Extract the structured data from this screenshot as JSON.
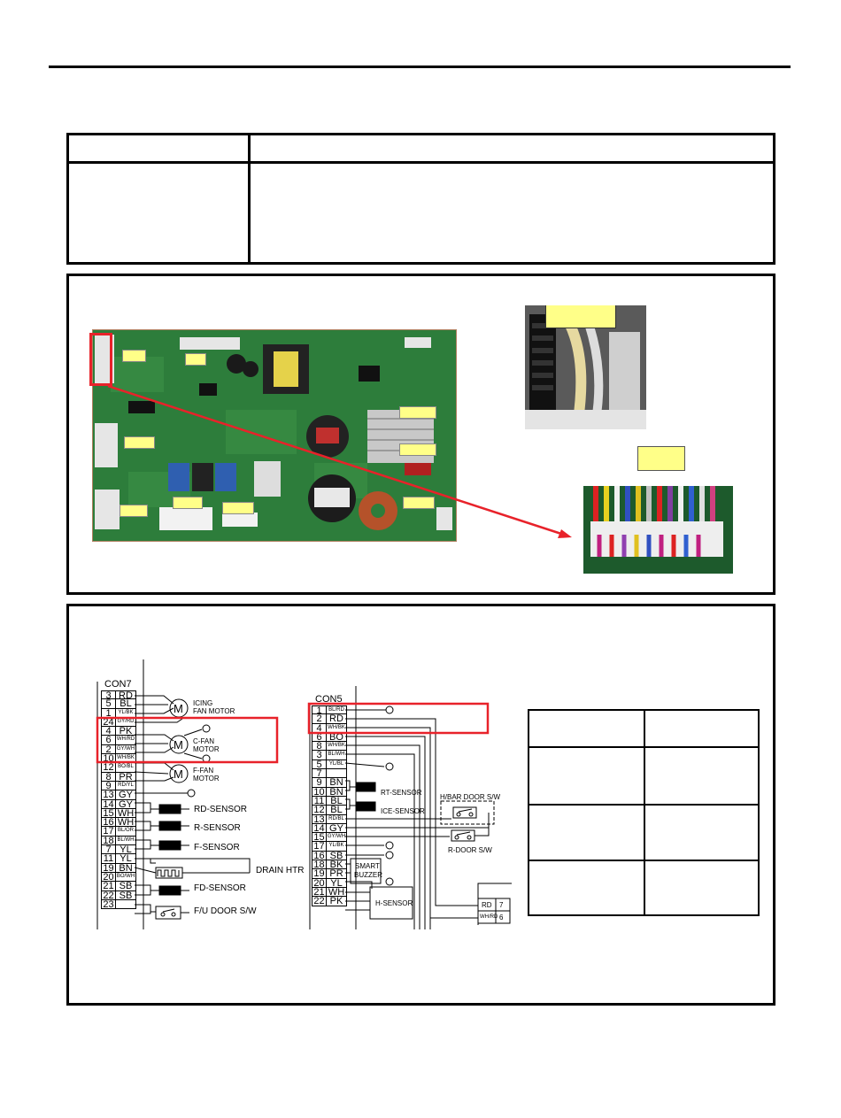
{
  "con7": {
    "title": "CON7",
    "rows": [
      {
        "n": "3",
        "c": "RD"
      },
      {
        "n": "5",
        "c": "BL"
      },
      {
        "n": "1",
        "c": "YL/BK"
      },
      {
        "n": "24",
        "c": "GY/RD"
      },
      {
        "n": "4",
        "c": "PK"
      },
      {
        "n": "6",
        "c": "WH/RD"
      },
      {
        "n": "2",
        "c": "GY/WH"
      },
      {
        "n": "10",
        "c": "WH/BK"
      },
      {
        "n": "12",
        "c": "BO/BL"
      },
      {
        "n": "8",
        "c": "PR"
      },
      {
        "n": "9",
        "c": "RD/YL"
      },
      {
        "n": "13",
        "c": "GY"
      },
      {
        "n": "14",
        "c": "GY"
      },
      {
        "n": "15",
        "c": "WH"
      },
      {
        "n": "16",
        "c": "WH"
      },
      {
        "n": "17",
        "c": "BL/OR"
      },
      {
        "n": "18",
        "c": "BL/WH"
      },
      {
        "n": "7",
        "c": "YL"
      },
      {
        "n": "11",
        "c": "YL"
      },
      {
        "n": "19",
        "c": "BN"
      },
      {
        "n": "20",
        "c": "BO/WH"
      },
      {
        "n": "21",
        "c": "SB"
      },
      {
        "n": "22",
        "c": "SB"
      },
      {
        "n": "23",
        "c": ""
      }
    ],
    "labels": {
      "icing": "ICING",
      "fan_motor": "FAN MOTOR",
      "cfan": "C-FAN",
      "motor": "MOTOR",
      "ffan": "F-FAN",
      "rd_sensor": "RD-SENSOR",
      "r_sensor": "R-SENSOR",
      "f_sensor": "F-SENSOR",
      "drain": "DRAIN HTR",
      "fd_sensor": "FD-SENSOR",
      "fu_door": "F/U DOOR S/W",
      "m": "M"
    }
  },
  "con5": {
    "title": "CON5",
    "rows": [
      {
        "n": "1",
        "c": "BL/RD"
      },
      {
        "n": "2",
        "c": "RD"
      },
      {
        "n": "4",
        "c": "WH/BK"
      },
      {
        "n": "6",
        "c": "BO"
      },
      {
        "n": "8",
        "c": "WH/BK"
      },
      {
        "n": "3",
        "c": "BL/WH"
      },
      {
        "n": "5",
        "c": "YL/BL"
      },
      {
        "n": "7",
        "c": ""
      },
      {
        "n": "9",
        "c": "BN"
      },
      {
        "n": "10",
        "c": "BN"
      },
      {
        "n": "11",
        "c": "BL"
      },
      {
        "n": "12",
        "c": "BL"
      },
      {
        "n": "13",
        "c": "RD/BL"
      },
      {
        "n": "14",
        "c": "GY"
      },
      {
        "n": "15",
        "c": "GY/WH"
      },
      {
        "n": "17",
        "c": "YL/BK"
      },
      {
        "n": "16",
        "c": "SB"
      },
      {
        "n": "18",
        "c": "BK"
      },
      {
        "n": "19",
        "c": "PR"
      },
      {
        "n": "20",
        "c": "YL"
      },
      {
        "n": "21",
        "c": "WH"
      },
      {
        "n": "22",
        "c": "PK"
      }
    ],
    "labels": {
      "rt_sensor": "RT-SENSOR",
      "ice_sensor": "ICE-SENSOR",
      "smart": "SMART",
      "buzzer": "BUZZER",
      "h_sensor": "H-SENSOR",
      "hbar_door": "H/BAR DOOR S/W",
      "r_door": "R-DOOR S/W",
      "rd": "RD",
      "rd_num": "7",
      "whrd": "WH/RD",
      "whrd_num": "6"
    }
  },
  "colors": {
    "highlight": "#e8222a",
    "tag": "#ffff88",
    "board": "#2f7a3a"
  }
}
